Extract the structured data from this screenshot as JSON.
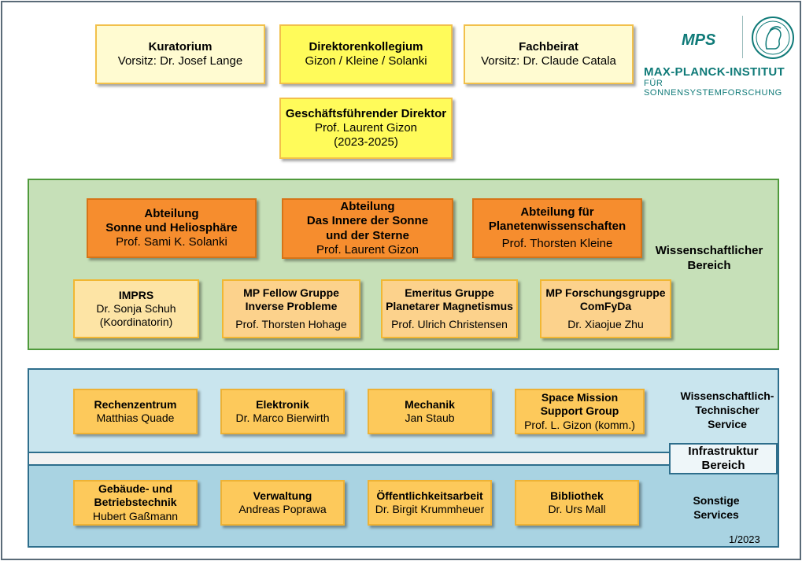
{
  "top": {
    "kuratorium": {
      "title": "Kuratorium",
      "line1": "Vorsitz: Dr. Josef Lange"
    },
    "direktoren": {
      "title": "Direktorenkollegium",
      "line1": "Gizon / Kleine / Solanki"
    },
    "fachbeirat": {
      "title": "Fachbeirat",
      "line1": "Vorsitz: Dr. Claude Catala"
    },
    "gf": {
      "title": "Geschäftsführender Direktor",
      "line1": "Prof. Laurent Gizon",
      "line2": "(2023-2025)"
    }
  },
  "logo": {
    "mps": "MPS",
    "name": "MAX-PLANCK-INSTITUT",
    "sub": "FÜR SONNENSYSTEMFORSCHUNG"
  },
  "science": {
    "zone_label": [
      "Wissenschaftlicher",
      "Bereich"
    ],
    "departments": [
      {
        "title1": "Abteilung",
        "title2": "Sonne und Heliosphäre",
        "title3": "",
        "person": "Prof. Sami K. Solanki"
      },
      {
        "title1": "Abteilung",
        "title2": "Das Innere der Sonne",
        "title3": "und der Sterne",
        "person": "Prof. Laurent Gizon"
      },
      {
        "title1": "Abteilung für",
        "title2": "Planetenwissenschaften",
        "title3": "",
        "person": "Prof. Thorsten Kleine"
      }
    ],
    "groups": [
      {
        "title1": "IMPRS",
        "title2": "",
        "person": "Dr. Sonja Schuh",
        "extra": "(Koordinatorin)"
      },
      {
        "title1": "MP Fellow Gruppe",
        "title2": "Inverse Probleme",
        "person": "Prof. Thorsten Hohage",
        "extra": ""
      },
      {
        "title1": "Emeritus Gruppe",
        "title2": "Planetarer Magnetismus",
        "person": "Prof. Ulrich Christensen",
        "extra": ""
      },
      {
        "title1": "MP Forschungsgruppe",
        "title2": "ComFyDa",
        "person": "Dr. Xiaojue Zhu",
        "extra": ""
      }
    ]
  },
  "infra": {
    "label": [
      "Infrastruktur",
      "Bereich"
    ],
    "tech_label": [
      "Wissenschaftlich-",
      "Technischer",
      "Service"
    ],
    "other_label": [
      "Sonstige",
      "Services"
    ],
    "tech": [
      {
        "title1": "Rechenzentrum",
        "title2": "",
        "person": "Matthias Quade"
      },
      {
        "title1": "Elektronik",
        "title2": "",
        "person": "Dr. Marco Bierwirth"
      },
      {
        "title1": "Mechanik",
        "title2": "",
        "person": "Jan Staub"
      },
      {
        "title1": "Space Mission",
        "title2": "Support Group",
        "person": "Prof. L. Gizon (komm.)"
      }
    ],
    "other": [
      {
        "title1": "Gebäude- und",
        "title2": "Betriebstechnik",
        "person": "Hubert Gaßmann"
      },
      {
        "title1": "Verwaltung",
        "title2": "",
        "person": "Andreas Poprawa"
      },
      {
        "title1": "Öffentlichkeitsarbeit",
        "title2": "",
        "person": "Dr. Birgit Krummheuer"
      },
      {
        "title1": "Bibliothek",
        "title2": "",
        "person": "Dr. Urs Mall"
      }
    ]
  },
  "date": "1/2023"
}
